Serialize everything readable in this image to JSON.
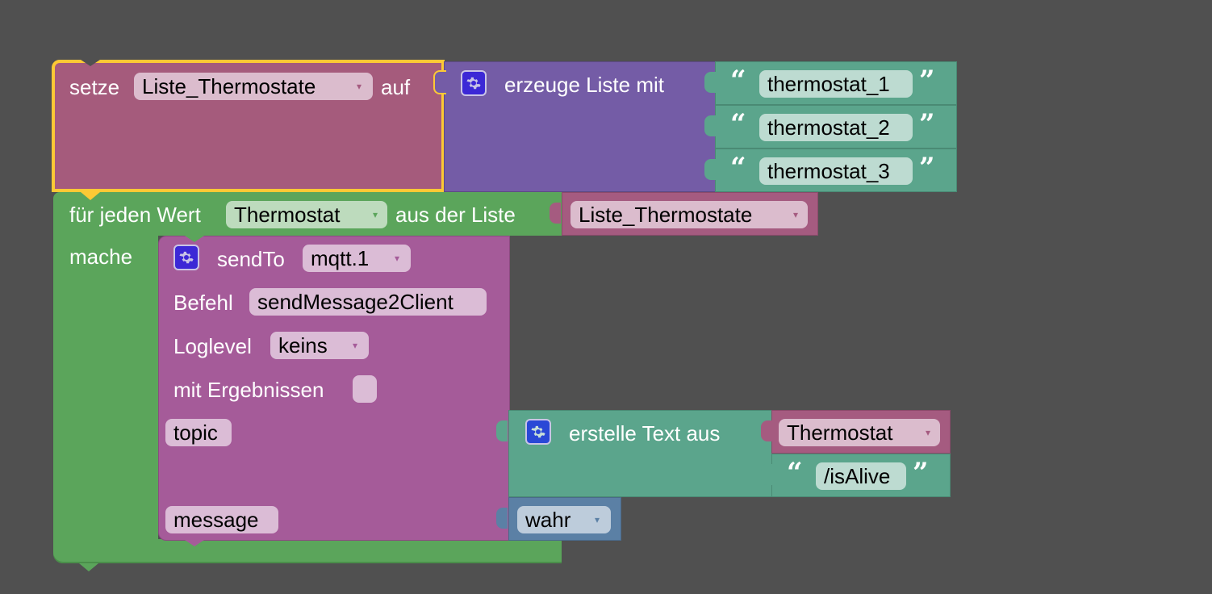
{
  "workspace": {
    "background": "#505050"
  },
  "colors": {
    "variable": "#a55b80",
    "variable_field": "#dbbccd",
    "list": "#745ca6",
    "text": "#5ba58c",
    "text_field": "#bddbd1",
    "loop": "#5ba55b",
    "loop_field": "#bddbbd",
    "sendto": "#a55b99",
    "sendto_field": "#dbbcd6",
    "logic": "#5b80a5",
    "logic_field": "#bdccdb",
    "selection": "#fcc935",
    "gear": "#3c28d6"
  },
  "set_block": {
    "label_set": "setze",
    "variable": "Liste_Thermostate",
    "label_to": "auf",
    "selected": true
  },
  "create_list_block": {
    "label": "erzeuge Liste mit",
    "items": [
      "thermostat_1",
      "thermostat_2",
      "thermostat_3"
    ]
  },
  "for_each_block": {
    "label_for": "für jeden Wert",
    "variable": "Thermostat",
    "label_in": "aus der Liste",
    "list_variable": "Liste_Thermostate",
    "label_do": "mache"
  },
  "sendto_block": {
    "label": "sendTo",
    "instance": "mqtt.1",
    "label_command": "Befehl",
    "command": "sendMessage2Client",
    "label_loglevel": "Loglevel",
    "loglevel": "keins",
    "label_with_results": "mit Ergebnissen",
    "with_results_checked": false,
    "arg_topic": "topic",
    "arg_message": "message"
  },
  "text_join_block": {
    "label": "erstelle Text aus",
    "variable": "Thermostat",
    "text": "/isAlive"
  },
  "boolean_block": {
    "value": "wahr"
  },
  "glyphs": {
    "dropdown": "▾",
    "open_quote": "“",
    "close_quote": "”"
  }
}
